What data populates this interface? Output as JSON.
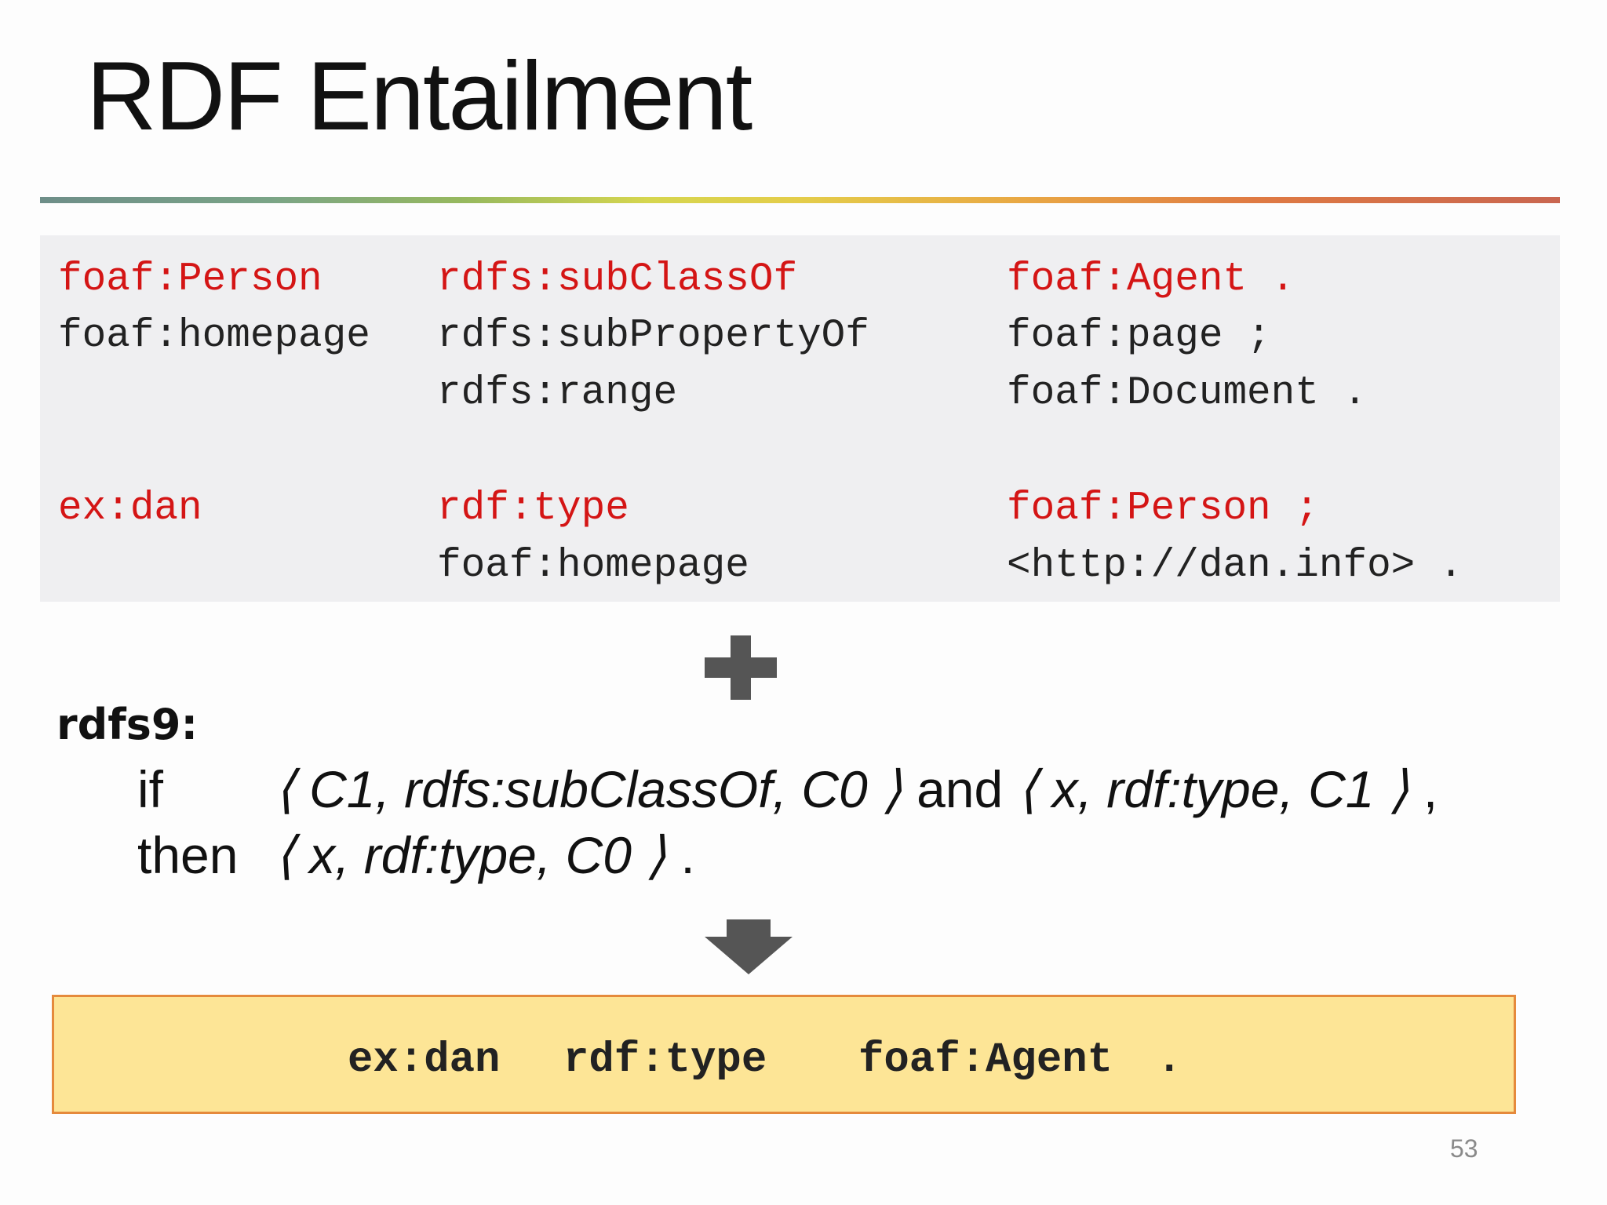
{
  "slide": {
    "title": "RDF Entailment",
    "page_number": "53"
  },
  "triples": [
    {
      "s": "foaf:Person",
      "p": "rdfs:subClassOf",
      "o": "foaf:Agent .",
      "highlight": true
    },
    {
      "s": "foaf:homepage",
      "p": "rdfs:subPropertyOf",
      "o": "foaf:page ;",
      "highlight": false
    },
    {
      "s": "",
      "p": "rdfs:range",
      "o": "foaf:Document .",
      "highlight": false
    },
    {
      "s": "ex:dan",
      "p": "rdf:type",
      "o": "foaf:Person ;",
      "highlight": true
    },
    {
      "s": "",
      "p": "foaf:homepage",
      "o": "<http://dan.info> .",
      "highlight": false
    }
  ],
  "rule": {
    "name": "rdfs9:",
    "if_kw": "if",
    "then_kw": "then",
    "and_kw": "and",
    "premise1": "⟨ C1,  rdfs:subClassOf, C0 ⟩",
    "premise2": "⟨  x,  rdf:type,  C1  ⟩",
    "premise_end": " ,",
    "conclusion": "⟨  x,  rdf:type, C0   ⟩",
    "conclusion_end": " ."
  },
  "result": {
    "s": "ex:dan",
    "p": "rdf:type",
    "o": "foaf:Agent",
    "end": "."
  },
  "icons": {
    "plus": "plus-icon",
    "arrow": "down-arrow-icon"
  },
  "colors": {
    "highlight_text": "#d41515",
    "result_fill": "#fde596",
    "result_border": "#e58a3c"
  }
}
